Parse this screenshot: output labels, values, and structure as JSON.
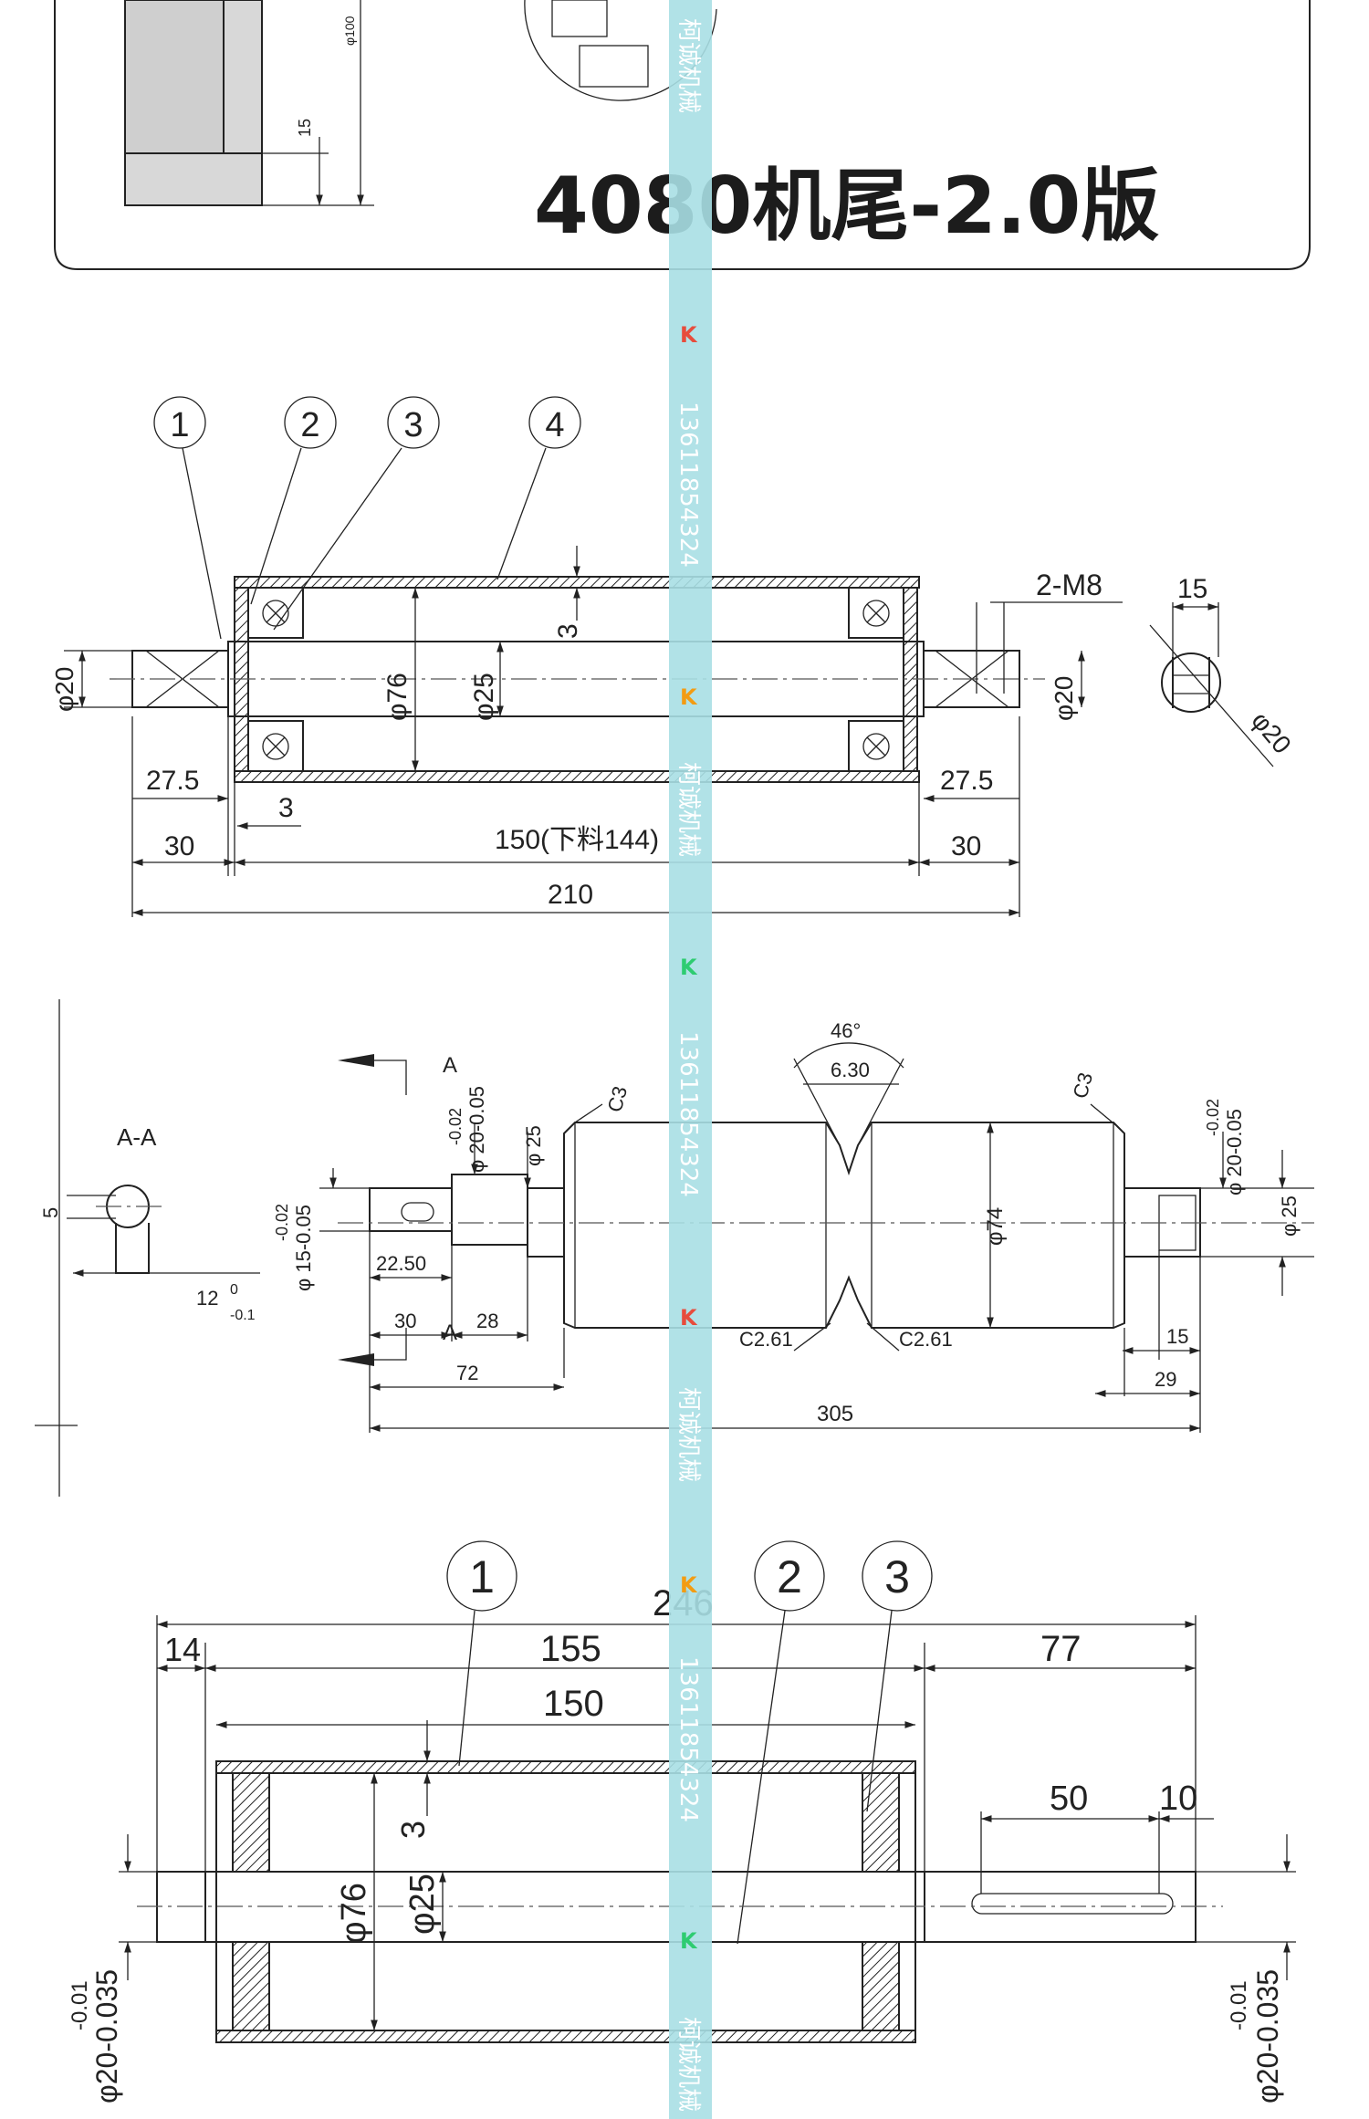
{
  "title": "4080机尾-2.0版",
  "watermark": {
    "company": "柯诚机械",
    "phone": "13611854324",
    "logo_letter": "K",
    "bar_color": "#a9dfe4",
    "logo_colors": [
      "#e74c3c",
      "#f39c12",
      "#2ecc71"
    ]
  },
  "top_panel": {
    "dims": [
      "φ100",
      "15"
    ]
  },
  "view1": {
    "balloons": [
      "1",
      "2",
      "3",
      "4"
    ],
    "dims": {
      "d20_left": "φ20",
      "d76": "φ76",
      "d25": "φ25",
      "d3_top": "3",
      "m8": "2-M8",
      "d20_right": "φ20",
      "d15": "15",
      "d20_side": "φ20",
      "l27_5_left": "27.5",
      "l3": "3",
      "l30_left": "30",
      "l150": "150(下料144)",
      "l27_5_right": "27.5",
      "l30_right": "30",
      "l210": "210"
    }
  },
  "view2": {
    "dims": {
      "angle": "46°",
      "groove": "6.30",
      "section_label": "A-A",
      "a_top": "A",
      "a_bottom": "A",
      "c3_left": "C3",
      "c3_right": "C3",
      "tol_d20_left": "φ 20-0.05",
      "tol_d20_left_up": "-0.02",
      "d25_left": "φ 25",
      "tol_d15": "φ 15-0.05",
      "tol_d15_up": "-0.02",
      "d74": "φ74",
      "tol_d20_right": "φ 20-0.05",
      "tol_d20_right_up": "-0.02",
      "d25_right": "φ 25",
      "key_depth": "5",
      "key_len_main": "12",
      "key_len_up": "0",
      "key_len_low": "-0.1",
      "l22_50": "22.50",
      "l30": "30",
      "l28": "28",
      "l72": "72",
      "c2_61_left": "C2.61",
      "c2_61_right": "C2.61",
      "l305": "305",
      "l15": "15",
      "l29": "29"
    }
  },
  "view3": {
    "balloons": [
      "1",
      "2",
      "3"
    ],
    "dims": {
      "l246": "246",
      "l14": "14",
      "l155": "155",
      "l77": "77",
      "l150": "150",
      "l3": "3",
      "d76": "φ76",
      "d25": "φ25",
      "l50": "50",
      "l10": "10",
      "tol_left": "φ20-0.035",
      "tol_left_up": "-0.01",
      "tol_right": "φ20-0.035",
      "tol_right_up": "-0.01"
    }
  }
}
